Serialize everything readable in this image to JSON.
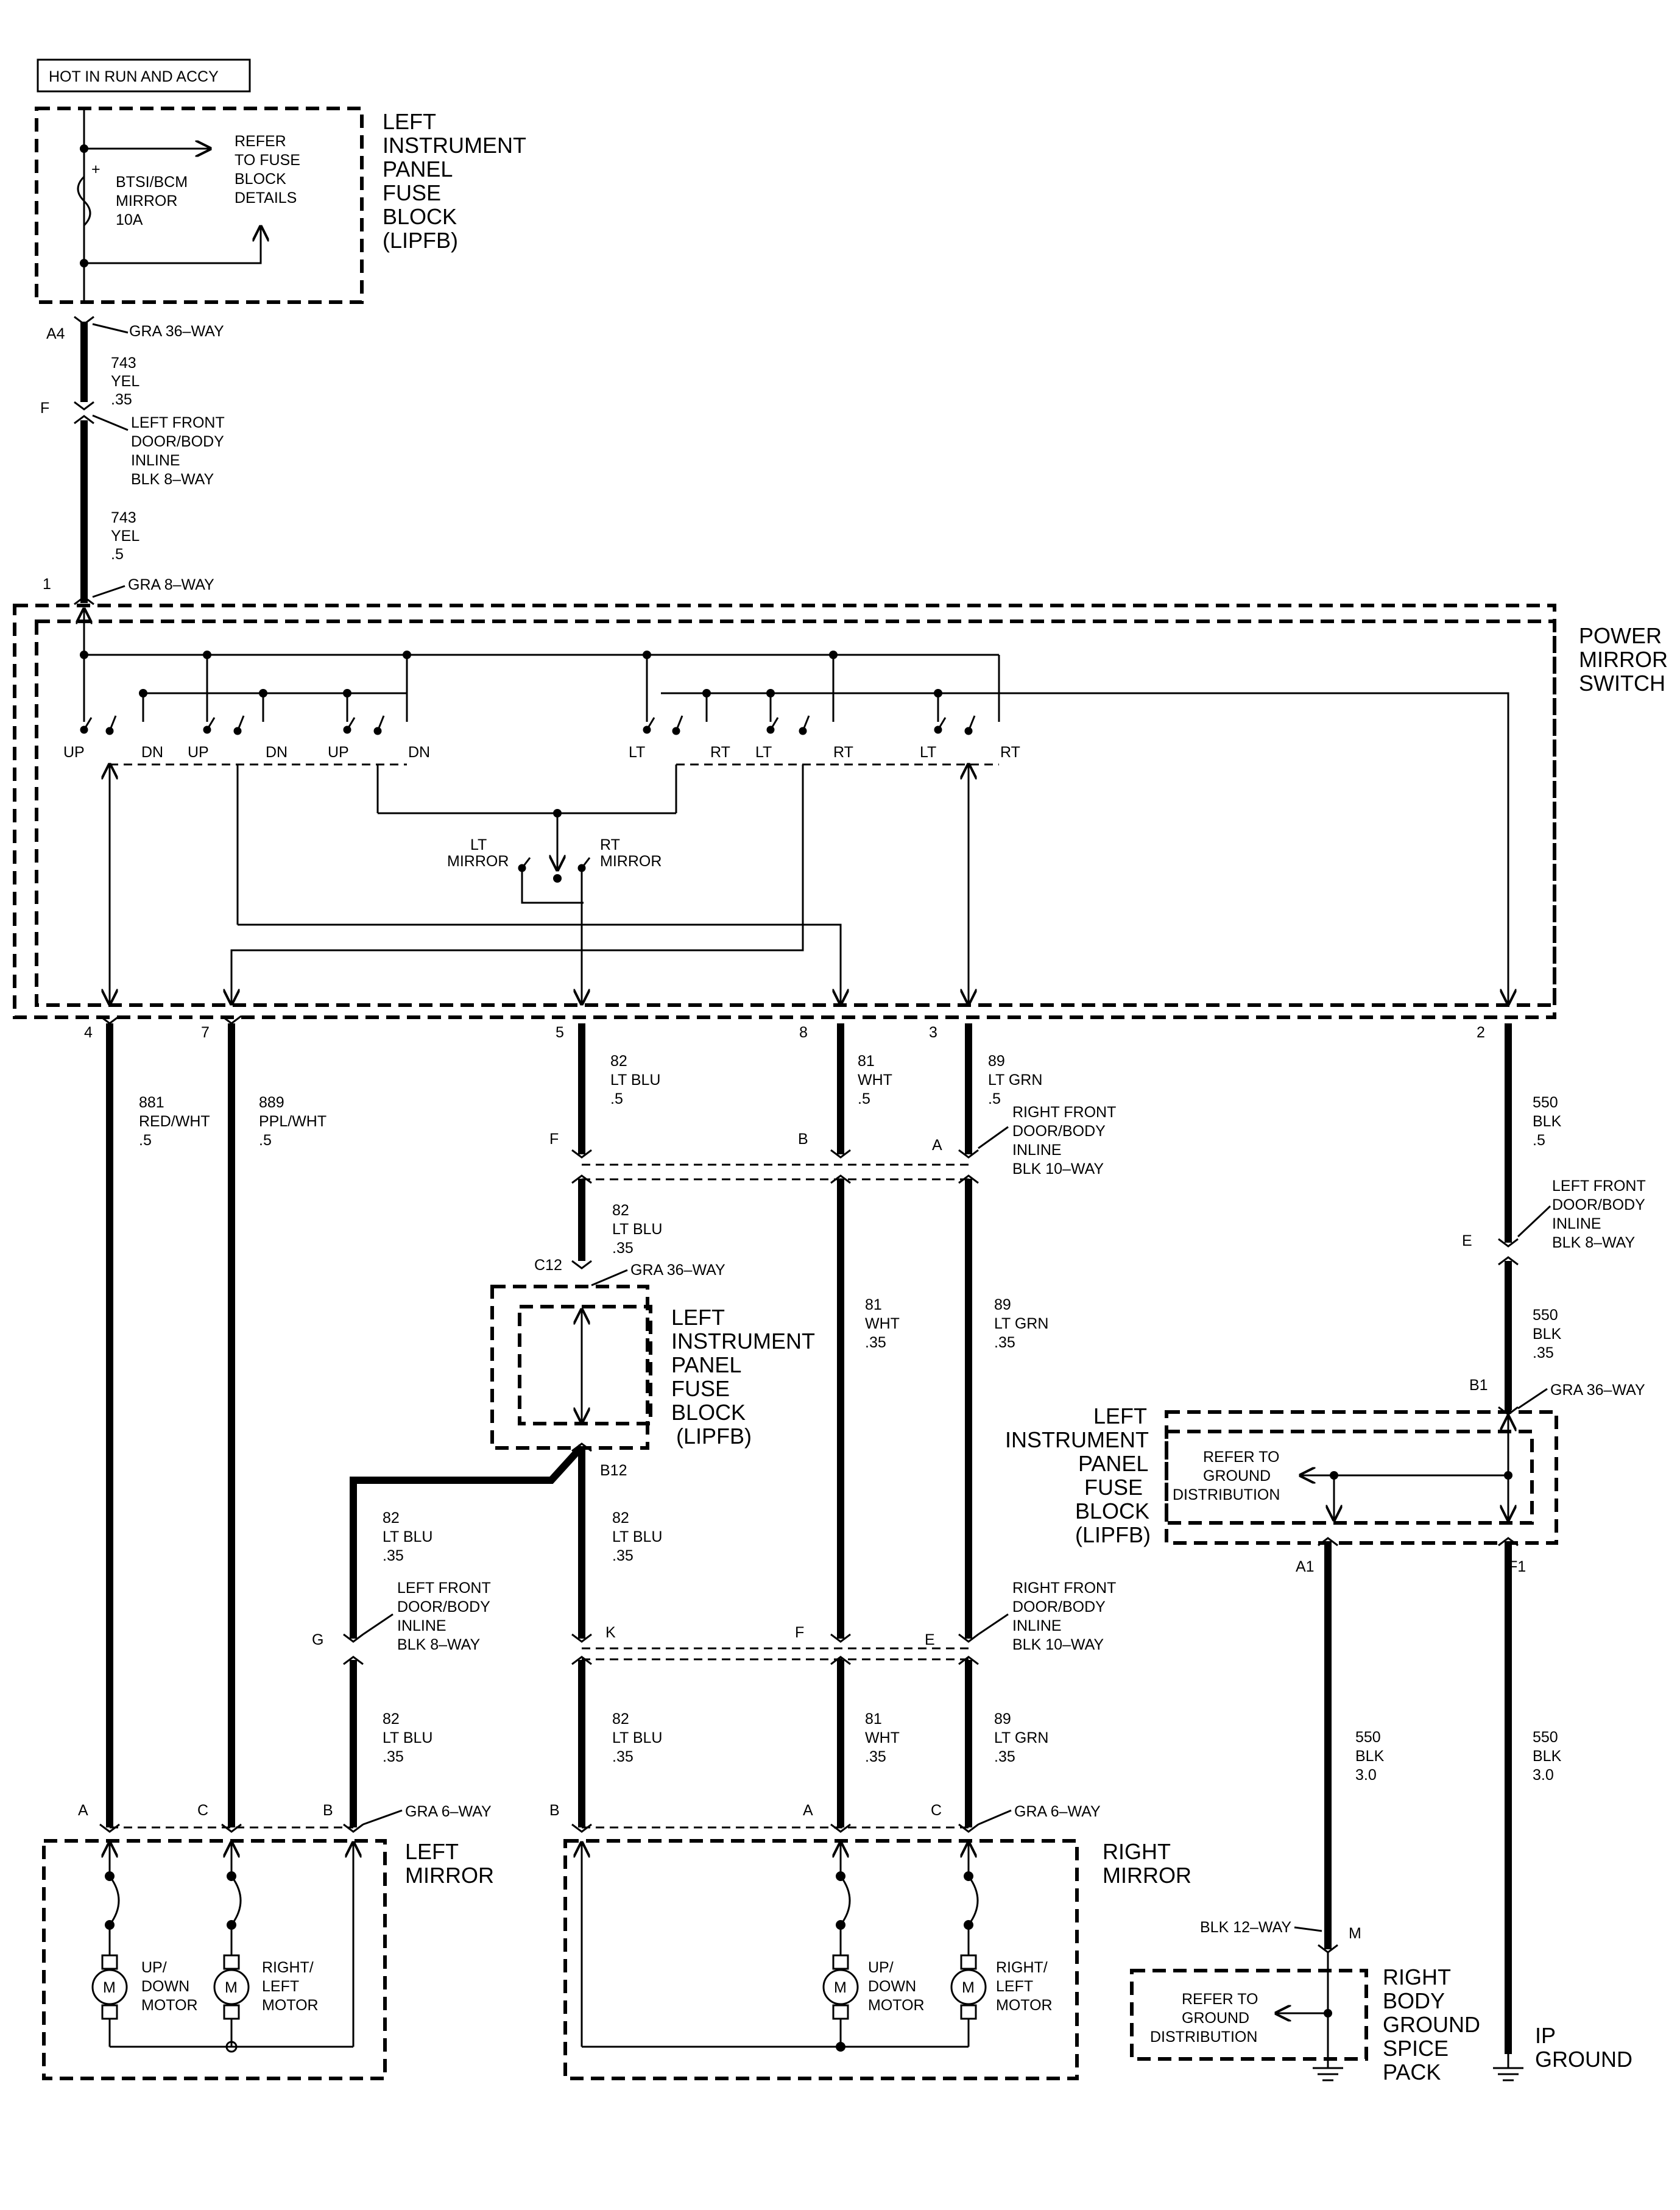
{
  "header": {
    "hot_label": "HOT IN RUN AND ACCY"
  },
  "lipfb_top": {
    "title": [
      "LEFT",
      "INSTRUMENT",
      "PANEL",
      "FUSE",
      "BLOCK",
      "(LIPFB)"
    ],
    "fuse": [
      "BTSI/BCM",
      "MIRROR",
      "10A"
    ],
    "refer": [
      "REFER",
      "TO FUSE",
      "BLOCK",
      "DETAILS"
    ],
    "plus": "+"
  },
  "switch": {
    "title": [
      "POWER",
      "MIRROR",
      "SWITCH"
    ],
    "contact_labels": [
      "UP",
      "DN",
      "UP",
      "DN",
      "UP",
      "DN",
      "LT",
      "RT",
      "LT",
      "RT",
      "LT",
      "RT"
    ],
    "selector_lt": [
      "LT",
      "MIRROR"
    ],
    "selector_rt": [
      "RT",
      "MIRROR"
    ],
    "pins": [
      "4",
      "7",
      "5",
      "8",
      "3",
      "2"
    ]
  },
  "conn_top": {
    "a4": "A4",
    "gra36": "GRA 36–WAY",
    "w1": [
      "743",
      "YEL",
      ".35"
    ],
    "f": "F",
    "lfd": [
      "LEFT FRONT",
      "DOOR/BODY",
      "INLINE",
      "BLK 8–WAY"
    ],
    "w2": [
      "743",
      "YEL",
      ".5"
    ],
    "one": "1",
    "gra8": "GRA 8–WAY"
  },
  "wires_sw": {
    "w881": [
      "881",
      "RED/WHT",
      ".5"
    ],
    "w889": [
      "889",
      "PPL/WHT",
      ".5"
    ],
    "w82": [
      "82",
      "LT BLU",
      ".5"
    ],
    "w81": [
      "81",
      "WHT",
      ".5"
    ],
    "w89": [
      "89",
      "LT GRN",
      ".5"
    ],
    "w550": [
      "550",
      "BLK",
      ".5"
    ]
  },
  "rfd_top": {
    "f": "F",
    "b": "B",
    "a": "A",
    "label": [
      "RIGHT FRONT",
      "DOOR/BODY",
      "INLINE",
      "BLK 10–WAY"
    ]
  },
  "mid": {
    "w82": [
      "82",
      "LT BLU",
      ".35"
    ],
    "c12": "C12",
    "gra36": "GRA 36–WAY",
    "lipfb": [
      "LEFT",
      "INSTRUMENT",
      "PANEL",
      "FUSE",
      "BLOCK",
      "(LIPFB)"
    ],
    "b12": "B12",
    "w81": [
      "81",
      "WHT",
      ".35"
    ],
    "w89": [
      "89",
      "LT GRN",
      ".35"
    ]
  },
  "ground_side": {
    "lfd": [
      "LEFT FRONT",
      "DOOR/BODY",
      "INLINE",
      "BLK 8–WAY"
    ],
    "e": "E",
    "w550": [
      "550",
      "BLK",
      ".35"
    ],
    "b1": "B1",
    "gra36": "GRA 36–WAY",
    "lipfb": [
      "LEFT",
      "INSTRUMENT",
      "PANEL",
      "FUSE",
      "BLOCK",
      "(LIPFB)"
    ],
    "refer": [
      "REFER TO",
      "GROUND",
      "DISTRIBUTION"
    ],
    "a1": "A1",
    "f1": "F1",
    "w550a": [
      "550",
      "BLK",
      "3.0"
    ],
    "w550b": [
      "550",
      "BLK",
      "3.0"
    ],
    "blk12": "BLK 12–WAY",
    "m": "M",
    "refer2": [
      "REFER TO",
      "GROUND",
      "DISTRIBUTION"
    ],
    "rbg": [
      "RIGHT",
      "BODY",
      "GROUND",
      "SPICE",
      "PACK"
    ],
    "ip": [
      "IP",
      "GROUND"
    ]
  },
  "lower": {
    "w82a": [
      "82",
      "LT BLU",
      ".35"
    ],
    "w82b": [
      "82",
      "LT BLU",
      ".35"
    ],
    "g": "G",
    "k": "K",
    "f": "F",
    "e": "E",
    "lfd": [
      "LEFT FRONT",
      "DOOR/BODY",
      "INLINE",
      "BLK 8–WAY"
    ],
    "rfd": [
      "RIGHT FRONT",
      "DOOR/BODY",
      "INLINE",
      "BLK 10–WAY"
    ],
    "w82c": [
      "82",
      "LT BLU",
      ".35"
    ],
    "w82d": [
      "82",
      "LT BLU",
      ".35"
    ],
    "w81": [
      "81",
      "WHT",
      ".35"
    ],
    "w89": [
      "89",
      "LT GRN",
      ".35"
    ]
  },
  "mirrors": {
    "left": {
      "title": [
        "LEFT",
        "MIRROR"
      ],
      "pins": [
        "A",
        "C",
        "B"
      ],
      "gra6": "GRA 6–WAY",
      "m1": [
        "UP/",
        "DOWN",
        "MOTOR"
      ],
      "m2": [
        "RIGHT/",
        "LEFT",
        "MOTOR"
      ],
      "m": "M"
    },
    "right": {
      "title": [
        "RIGHT",
        "MIRROR"
      ],
      "pins": [
        "B",
        "A",
        "C"
      ],
      "gra6": "GRA 6–WAY",
      "m1": [
        "UP/",
        "DOWN",
        "MOTOR"
      ],
      "m2": [
        "RIGHT/",
        "LEFT",
        "MOTOR"
      ],
      "m": "M"
    }
  }
}
